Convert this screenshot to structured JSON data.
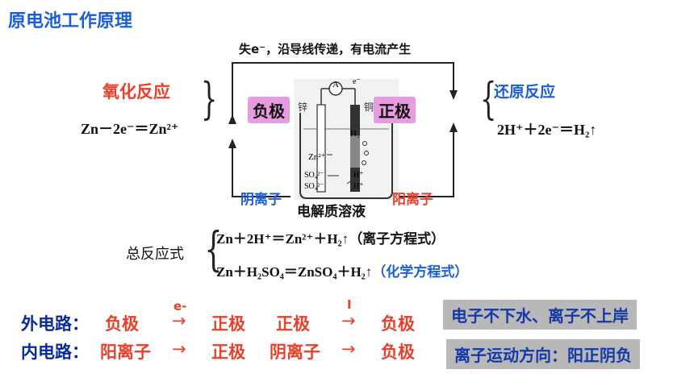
{
  "title": "原电池工作原理",
  "circuit": {
    "electron_flow_text": "失e⁻，沿导线传递，有电流产生",
    "anode_label": "负极",
    "cathode_label": "正极",
    "anion_label": "阴离子",
    "cation_label": "阳离子",
    "electrolyte_label": "电解质溶液",
    "meter_symbol": "A",
    "electron_symbol": "e⁻",
    "zinc_label": "锌",
    "copper_label": "铜",
    "zn_ion": "Zn²⁺",
    "h2_label": "H₂",
    "sulfate_1": "SO₄²⁻",
    "sulfate_2": "SO₄²⁻",
    "h_plus_1": "H⁺",
    "h_plus_2": "H⁺"
  },
  "left_half": {
    "title": "氧化反应",
    "equation": "Zn－2e⁻＝Zn²⁺"
  },
  "right_half": {
    "title": "还原反应",
    "equation": "2H⁺＋2e⁻＝H₂↑"
  },
  "overall": {
    "label": "总反应式",
    "ionic_equation": "Zn＋2H⁺＝Zn²⁺＋H₂↑",
    "ionic_note": "（离子方程式）",
    "chemical_equation": "Zn＋H₂SO₄＝ZnSO₄＋H₂↑",
    "chemical_note": "（化学方程式）"
  },
  "external_circuit": {
    "label": "外电路：",
    "from1": "负极",
    "arrow1_top": "e-",
    "to1": "正极",
    "from2": "正极",
    "arrow2_top": "I",
    "to2": "负极",
    "arrow": "→"
  },
  "internal_circuit": {
    "label": "内电路：",
    "from1": "阳离子",
    "to1": "正极",
    "from2": "阴离子",
    "to2": "负极",
    "arrow": "→"
  },
  "mnemonics": {
    "first": "电子不下水、离子不上岸",
    "second": "离子运动方向：阳正阴负"
  },
  "colors": {
    "red": "#e8402a",
    "blue": "#1a5fd6",
    "navy": "#0a2a9a",
    "pink": "#e79be0",
    "gray": "#b8b8b8"
  }
}
